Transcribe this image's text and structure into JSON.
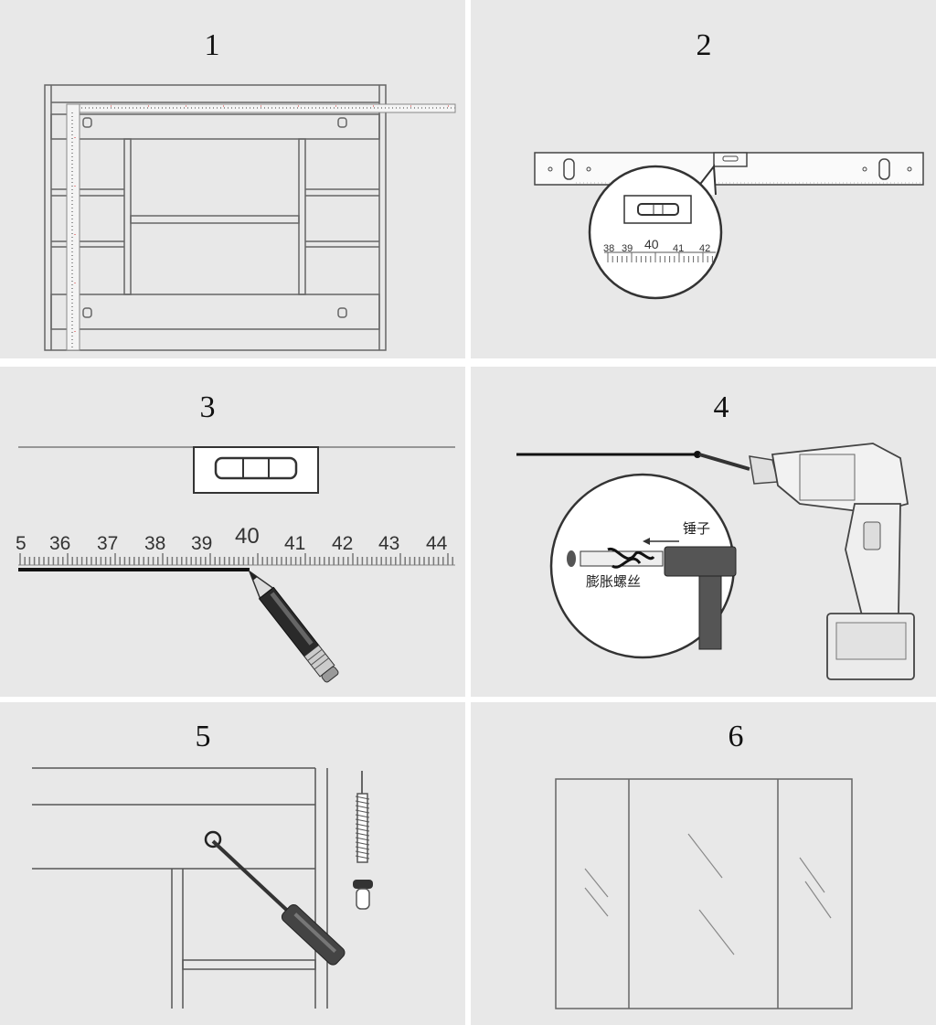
{
  "steps": [
    {
      "number": "1"
    },
    {
      "number": "2",
      "scale_labels": [
        "38",
        "39",
        "40",
        "41",
        "42"
      ]
    },
    {
      "number": "3",
      "scale_labels": [
        "5",
        "36",
        "37",
        "38",
        "39",
        "40",
        "41",
        "42",
        "43",
        "44"
      ]
    },
    {
      "number": "4",
      "labels": {
        "hammer": "锤子",
        "expansion_screw": "膨胀螺丝"
      }
    },
    {
      "number": "5"
    },
    {
      "number": "6"
    }
  ],
  "colors": {
    "panel_bg": "#e8e8e8",
    "line": "#555555",
    "dark": "#222222"
  }
}
